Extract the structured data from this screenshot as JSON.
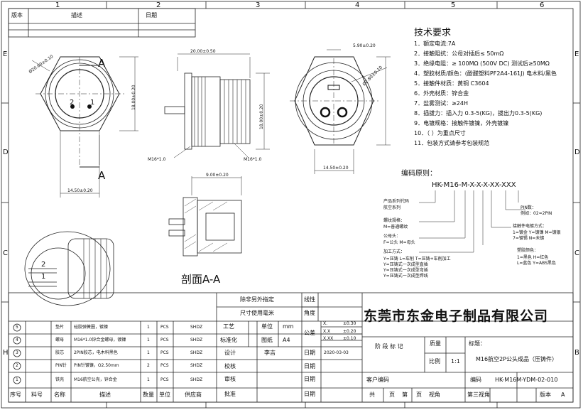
{
  "border": {
    "cols": [
      "1",
      "2",
      "3",
      "4",
      "5",
      "6"
    ],
    "rows": [
      "E",
      "E",
      "D",
      "C",
      "B",
      "H"
    ]
  },
  "rev_table": {
    "c1": "版本",
    "c2": "描述",
    "c3": "日期"
  },
  "dims": {
    "face_dia": "Ø20.60±0.10",
    "len_total": "20.00±0.50",
    "height": "18.00±0.20",
    "flange_w": "14.50±0.20",
    "pin_w": "5.90±0.20",
    "pin_dia": "Ø2.80±0.10",
    "thread1": "M16*1.0",
    "thread2": "M16*1.0",
    "height_r": "18.00±0.20",
    "w_r": "14.50±0.20",
    "sec_len": "9.00±0.20",
    "pin1": "1",
    "pin2": "2",
    "a_top": "A",
    "a_bot": "A"
  },
  "section_label": "剖面A-A",
  "iso_pins": {
    "p1": "1",
    "p2": "2"
  },
  "tech": {
    "title": "技术要求",
    "items": [
      "1．额定电流:7A",
      "2．接触阻抗：公母对插后≤ 50mΩ",
      "3．绝缘电阻：≥ 100MΩ (500V DC) 测试后≥50MΩ",
      "4．塑胶材质/颜色：(酚醛塑料PF2A4-161J) 电木料/黑色",
      "5．接触件材质：黄铜 C3604",
      "6．外壳材质：锌合金",
      "7．盐雾测试：≥24H",
      "8．插拔力：插入力 0.3-5(KG)，拔出力0.3-5(KG)",
      "9．电镀规格：接触件镀镍，外壳镀镍",
      "10．（ ）为重点尺寸",
      "11．包装方式请参考包装规范"
    ]
  },
  "code": {
    "title": "编码原则：",
    "pattern": "HK-M16-M-X-X-X-XX-XXX",
    "series": "产品系列代码",
    "series_sub": "航空系列",
    "thread": "螺纹规格：",
    "thread_sub": "M=普通螺纹",
    "gender": "公母头：",
    "gender_sub": "F=公头  M=母头",
    "method": "加工方式：",
    "m_lines": [
      "Y=压铸    L=车削  T=压铸+车削加工",
      "Y=压铸式一次成型直插",
      "Y=压铸式一次成型弯插",
      "Y=压铸式一次成型焊线"
    ],
    "pin": "PIN数：",
    "pin_sub": "例如：02=2PIN",
    "contact": "接触件电镀方式：",
    "c_lines": [
      "1=镀金  Y=镀镍  M=镀银",
      "7=镀锡  N=未镀"
    ],
    "plastic": "塑胶颜色：",
    "p_lines": [
      "1=黑色    H=红色",
      "L=蓝色    Y=ABS黑色"
    ]
  },
  "tb": {
    "note1": "除非另外指定",
    "note2": "尺寸使用毫米",
    "linear": "线性",
    "angle": "角度",
    "company": "东莞市东金电子制品有限公司",
    "std": "工艺",
    "std2": "标准化",
    "design": "设计",
    "check": "校核",
    "review": "审核",
    "approve": "批准",
    "unit": "单位",
    "unit_v": "mm",
    "paper": "图纸",
    "paper_v": "A4",
    "tol": "公差",
    "tol_x": "X.",
    "tol_x_v": "±0.30",
    "tol_xx": "X.X",
    "tol_xx_v": "±0.20",
    "tol_xxx": "X.XX",
    "tol_xxx_v": "±0.10",
    "designer": "李吉",
    "date": "日期",
    "date_v": "2020-03-03",
    "stage": "阶 段 标 记",
    "mass": "质量",
    "scale": "比例",
    "scale_v": "1:1",
    "name": "标题：",
    "name_v": "M16航空2P公头成品（压铸件）",
    "client": "客户编码",
    "code": "编码",
    "code_v": "HK-M16M-YDM-02-010",
    "total": "共",
    "pages": "页",
    "page_no": "第",
    "page2": "页",
    "view": "视角",
    "third": "第三视角",
    "rev": "版本",
    "rev_v": "A"
  },
  "bom": {
    "headers": [
      "序号",
      "料号",
      "名称",
      "描述",
      "数量",
      "单位",
      "供应商"
    ],
    "rows": [
      {
        "no": "5",
        "name": "垫片",
        "desc": "硅胶弹簧圈，镀镍",
        "qty": "1",
        "unit": "PCS",
        "sup": "SHDZ"
      },
      {
        "no": "4",
        "name": "螺母",
        "desc": "M16*1.0锌合金螺母，镀镍",
        "qty": "1",
        "unit": "PCS",
        "sup": "SHDZ"
      },
      {
        "no": "3",
        "name": "胶芯",
        "desc": "2PIN胶芯，电木料黑色",
        "qty": "1",
        "unit": "PCS",
        "sup": "SHDZ"
      },
      {
        "no": "2",
        "name": "PIN针",
        "desc": "PIN针镀镍，O2.50mm",
        "qty": "2",
        "unit": "PCS",
        "sup": "SHDZ"
      },
      {
        "no": "1",
        "name": "铁壳",
        "desc": "M16航空公壳，锌合金",
        "qty": "1",
        "unit": "PCS",
        "sup": "SHDZ"
      }
    ]
  }
}
